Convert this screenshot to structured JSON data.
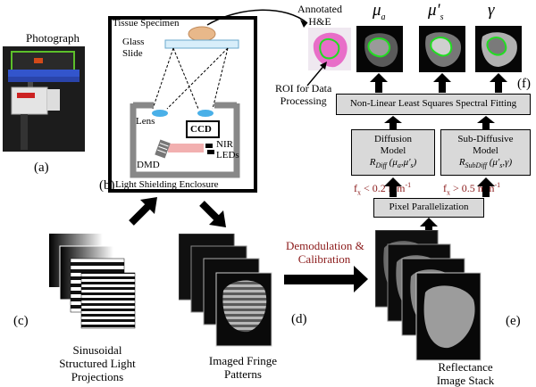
{
  "panels": {
    "a": "(a)",
    "b": "(b)",
    "c": "(c)",
    "d": "(d)",
    "e": "(e)",
    "f": "(f)"
  },
  "photo": {
    "title": "Photograph"
  },
  "enclosure": {
    "tissue": "Tissue Specimen",
    "glass_line1": "Glass",
    "glass_line2": "Slide",
    "lens": "Lens",
    "ccd": "CCD",
    "nir": "NIR",
    "leds": "LEDs",
    "dmd": "DMD",
    "caption": "Light Shielding Enclosure"
  },
  "he": {
    "title_line1": "Annotated",
    "title_line2": "H&E",
    "roi_line1": "ROI for Data",
    "roi_line2": "Processing"
  },
  "params": {
    "mu_a": "μ",
    "mu_a_sub": "a",
    "mu_s": "μ'",
    "mu_s_sub": "s",
    "gamma": "γ"
  },
  "fitting": {
    "label": "Non-Linear Least Squares Spectral Fitting"
  },
  "diffusion": {
    "line1": "Diffusion",
    "line2": "Model",
    "formula_R": "R",
    "formula_sub": "Diff",
    "formula_args": "(μ",
    "formula_args_sub": "a",
    "formula_args2": ",μ'",
    "formula_args2_sub": "s",
    "formula_close": ")"
  },
  "subdiffusive": {
    "line1": "Sub-Diffusive",
    "line2": "Model",
    "formula_R": "R",
    "formula_sub": "SubDiff",
    "formula_args": "(μ'",
    "formula_args_sub": "s",
    "formula_close": ",γ)"
  },
  "freq_low": {
    "pre": "f",
    "sub": "x",
    "post": " < 0.2 mm",
    "sup": "-1"
  },
  "freq_high": {
    "pre": "f",
    "sub": "x",
    "post": " > 0.5 mm",
    "sup": "-1"
  },
  "parallel": {
    "label": "Pixel Parallelization"
  },
  "demod": {
    "line1": "Demodulation &",
    "line2": "Calibration"
  },
  "captions": {
    "projections": [
      "Sinusoidal",
      "Structured Light",
      "Projections"
    ],
    "fringe": [
      "Imaged Fringe",
      "Patterns"
    ],
    "stack": [
      "Reflectance",
      "Image Stack"
    ]
  },
  "colors": {
    "accent_red": "#8b1a1a",
    "box_fill": "#d9d9d9",
    "roi_green": "#22dd22"
  }
}
